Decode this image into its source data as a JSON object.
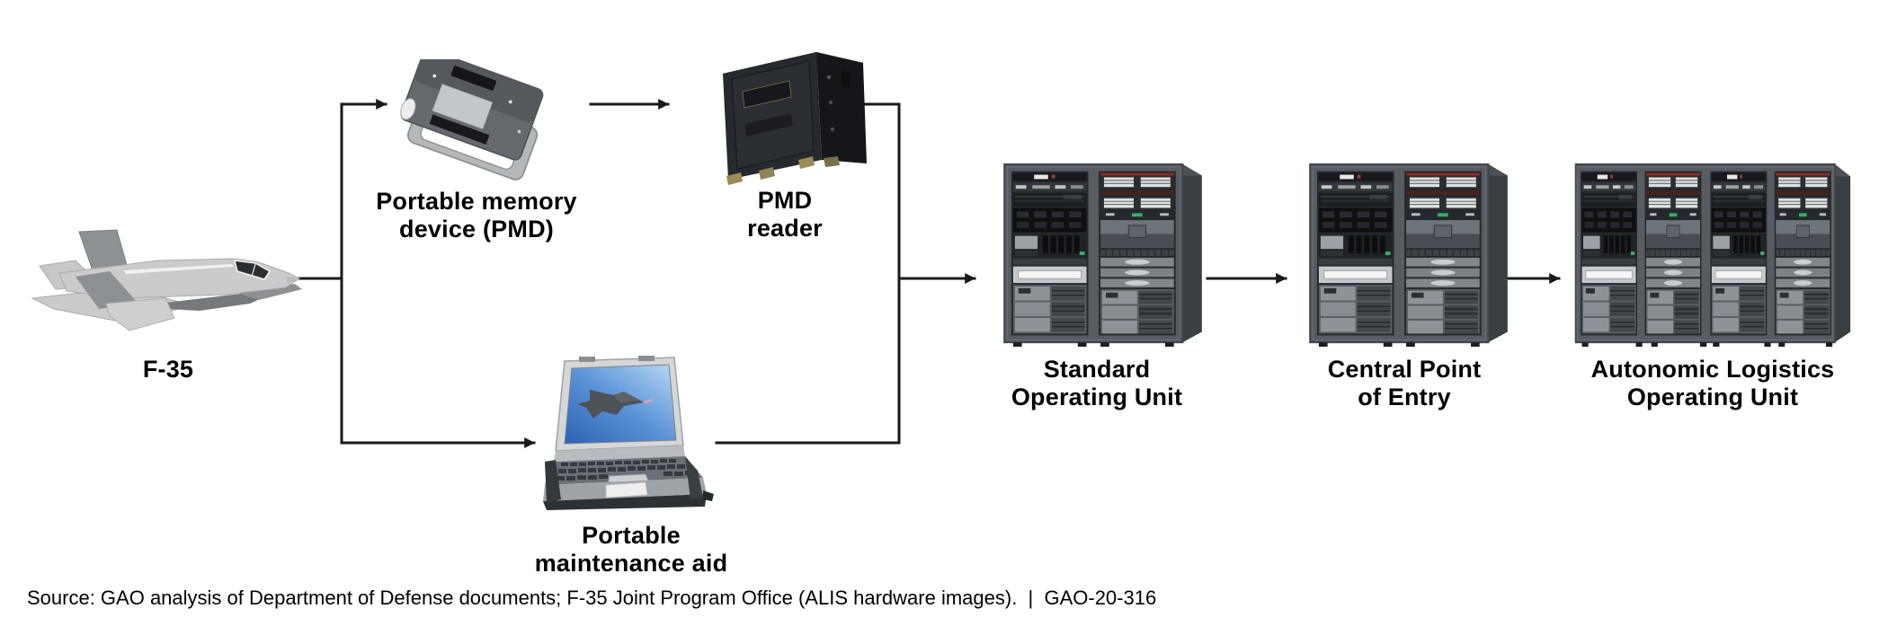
{
  "nodes": {
    "f35": {
      "label": "F-35"
    },
    "pmd": {
      "label": "Portable memory\ndevice (PMD)"
    },
    "pmd_reader": {
      "label": "PMD\nreader"
    },
    "pma": {
      "label": "Portable\nmaintenance aid"
    },
    "sou": {
      "label": "Standard\nOperating Unit"
    },
    "cpe": {
      "label": "Central Point\nof Entry"
    },
    "alou": {
      "label": "Autonomic Logistics\nOperating Unit"
    }
  },
  "flow": [
    {
      "from": "F-35",
      "to": "Portable memory device (PMD)"
    },
    {
      "from": "F-35",
      "to": "Portable maintenance aid"
    },
    {
      "from": "Portable memory device (PMD)",
      "to": "PMD reader"
    },
    {
      "from": "PMD reader",
      "to": "Standard Operating Unit"
    },
    {
      "from": "Portable maintenance aid",
      "to": "Standard Operating Unit"
    },
    {
      "from": "Standard Operating Unit",
      "to": "Central Point of Entry"
    },
    {
      "from": "Central Point of Entry",
      "to": "Autonomic Logistics Operating Unit"
    }
  ],
  "source_line": "Source: GAO analysis of Department of Defense documents; F-35 Joint Program Office (ALIS hardware images).  |  GAO-20-316",
  "colors": {
    "background": "#ffffff",
    "text": "#000000",
    "connector": "#1a1a1a"
  }
}
